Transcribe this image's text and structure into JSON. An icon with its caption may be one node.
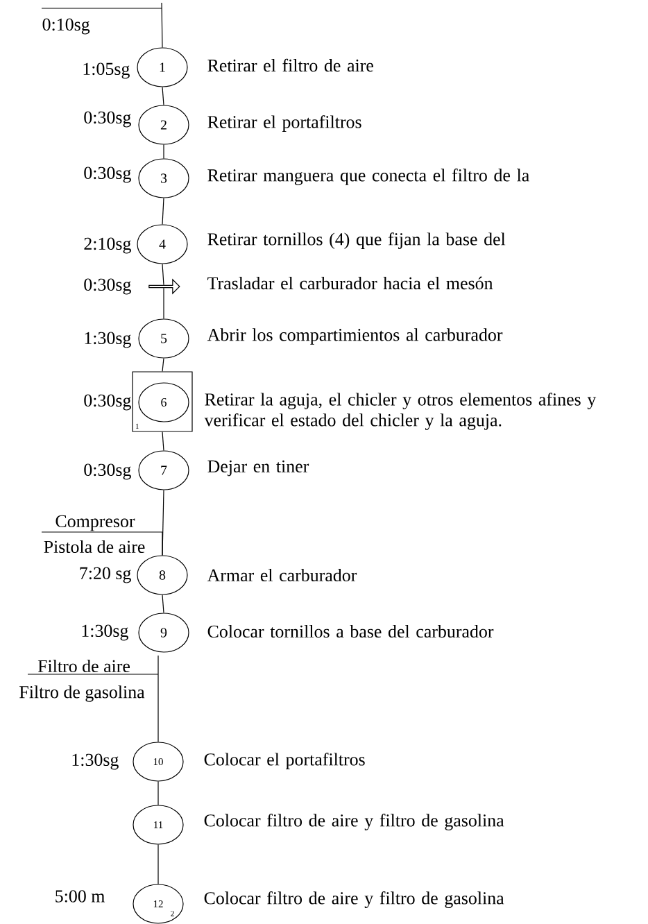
{
  "diagram": {
    "nodes": [
      {
        "text": [
          "1"
        ],
        "beside": [
          "1:05sg",
          "Retirar el filtro de aire"
        ]
      },
      {
        "text": [
          "2"
        ],
        "beside": [
          "0:30sg",
          "Retirar el portafiltros"
        ]
      },
      {
        "text": [
          "3"
        ],
        "beside": [
          "0:30sg",
          "Retirar manguera que conecta el filtro de la"
        ]
      },
      {
        "text": [
          "4"
        ],
        "beside": [
          "2:10sg",
          "Retirar tornillos (4) que fijan la base del"
        ]
      },
      {
        "text": [],
        "shape": "arrow",
        "beside": [
          "0:30sg",
          "Trasladar el carburador hacia el mesón"
        ]
      },
      {
        "text": [
          "5"
        ],
        "beside": [
          "1:30sg",
          "Abrir los compartimientos al carburador"
        ]
      },
      {
        "text": [
          "1"
        ],
        "beside": [
          "0:30sg",
          "Retirar la aguja, el chicler y otros elementos afines y verificar el estado del chicler y la aguja."
        ]
      },
      {
        "text": [
          "6"
        ],
        "in": 6
      },
      {
        "text": [
          "7"
        ],
        "beside": [
          "0:30sg",
          "Dejar en tiner"
        ]
      },
      {
        "text": [
          "8"
        ],
        "beside": [
          "7:20 sg",
          "Armar el carburador"
        ]
      },
      {
        "text": [
          "9"
        ],
        "beside": [
          "1:30sg",
          "Colocar tornillos a base del carburador"
        ]
      },
      {
        "text": [
          "10"
        ],
        "beside": [
          "1:30sg",
          "Colocar el portafiltros"
        ]
      },
      {
        "text": [
          "11"
        ],
        "beside": [
          "Colocar filtro de aire y filtro de gasolina"
        ]
      },
      {
        "text": [
          "12",
          "2"
        ],
        "beside": [
          "5:00 m",
          "Colocar filtro de aire y filtro de gasolina"
        ]
      }
    ],
    "edges": [
      {
        "from": null,
        "to": 0,
        "arrow": "none"
      },
      {
        "from": 0,
        "to": 1,
        "arrow": "none"
      },
      {
        "from": 1,
        "to": 2,
        "arrow": "none"
      },
      {
        "from": 2,
        "to": 3,
        "arrow": "none"
      },
      {
        "from": 3,
        "to": 4,
        "arrow": "none"
      },
      {
        "from": 4,
        "to": 5,
        "arrow": "none"
      },
      {
        "from": 5,
        "to": 6,
        "arrow": "none"
      },
      {
        "from": 6,
        "to": 8,
        "arrow": "none"
      },
      {
        "from": 8,
        "to": 9,
        "arrow": "none"
      },
      {
        "from": null,
        "to": 9,
        "arrow": "none"
      },
      {
        "from": 9,
        "to": 10,
        "arrow": "none"
      },
      {
        "from": null,
        "to": 11,
        "arrow": "none"
      },
      {
        "from": 11,
        "to": 12,
        "arrow": "none"
      },
      {
        "from": 12,
        "to": 13,
        "arrow": "none"
      }
    ],
    "labels": [
      "0:10sg",
      "Compresor",
      "Pistola de aire",
      "Filtro de aire",
      "Filtro de gasolina"
    ]
  }
}
